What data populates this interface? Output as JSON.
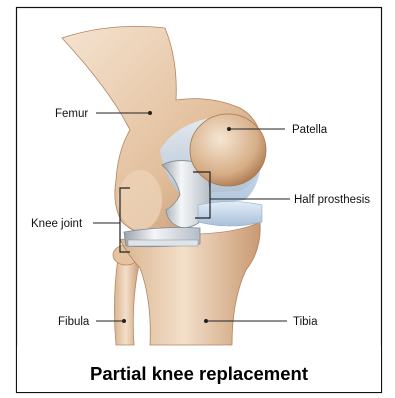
{
  "labels": {
    "femur": "Femur",
    "patella": "Patella",
    "half_prosthesis": "Half prosthesis",
    "knee_joint": "Knee joint",
    "fibula": "Fibula",
    "tibia": "Tibia"
  },
  "caption": "Partial knee replacement",
  "colors": {
    "bone_light": "#f2dcc6",
    "bone_mid": "#dfb892",
    "bone_dark": "#a9784f",
    "cartilage": "#c8d9ec",
    "implant_metal": "#e4e8ec",
    "leader_line": "#222222",
    "frame_border": "#111111"
  }
}
